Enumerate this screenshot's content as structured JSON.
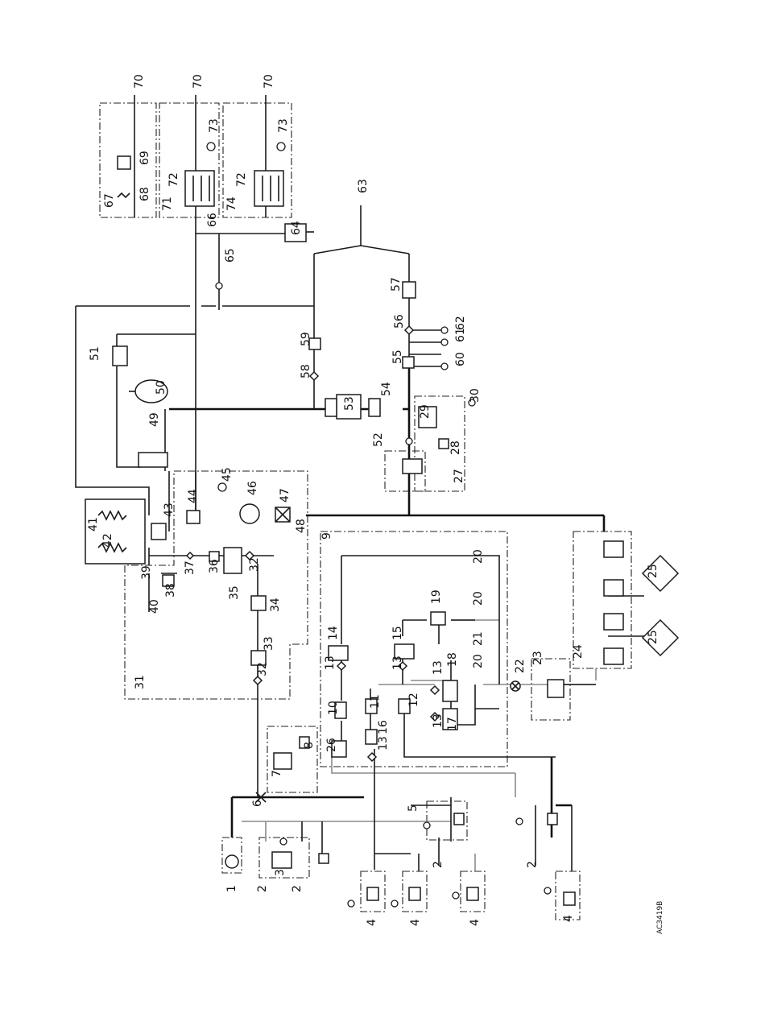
{
  "diagram": {
    "labels": [
      "1",
      "2",
      "3",
      "4",
      "5",
      "6",
      "7",
      "8",
      "9",
      "10",
      "11",
      "12",
      "13",
      "14",
      "15",
      "16",
      "17",
      "18",
      "19",
      "20",
      "21",
      "22",
      "23",
      "24",
      "25",
      "26",
      "27",
      "28",
      "29",
      "30",
      "31",
      "32",
      "33",
      "34",
      "35",
      "36",
      "37",
      "38",
      "39",
      "40",
      "41",
      "42",
      "43",
      "44",
      "45",
      "46",
      "47",
      "48",
      "49",
      "50",
      "51",
      "52",
      "53",
      "54",
      "55",
      "56",
      "57",
      "58",
      "59",
      "60",
      "61",
      "62",
      "63",
      "64",
      "65",
      "66",
      "67",
      "68",
      "69",
      "70",
      "71",
      "72",
      "73",
      "74"
    ],
    "drawing_code": "AC3419B"
  }
}
